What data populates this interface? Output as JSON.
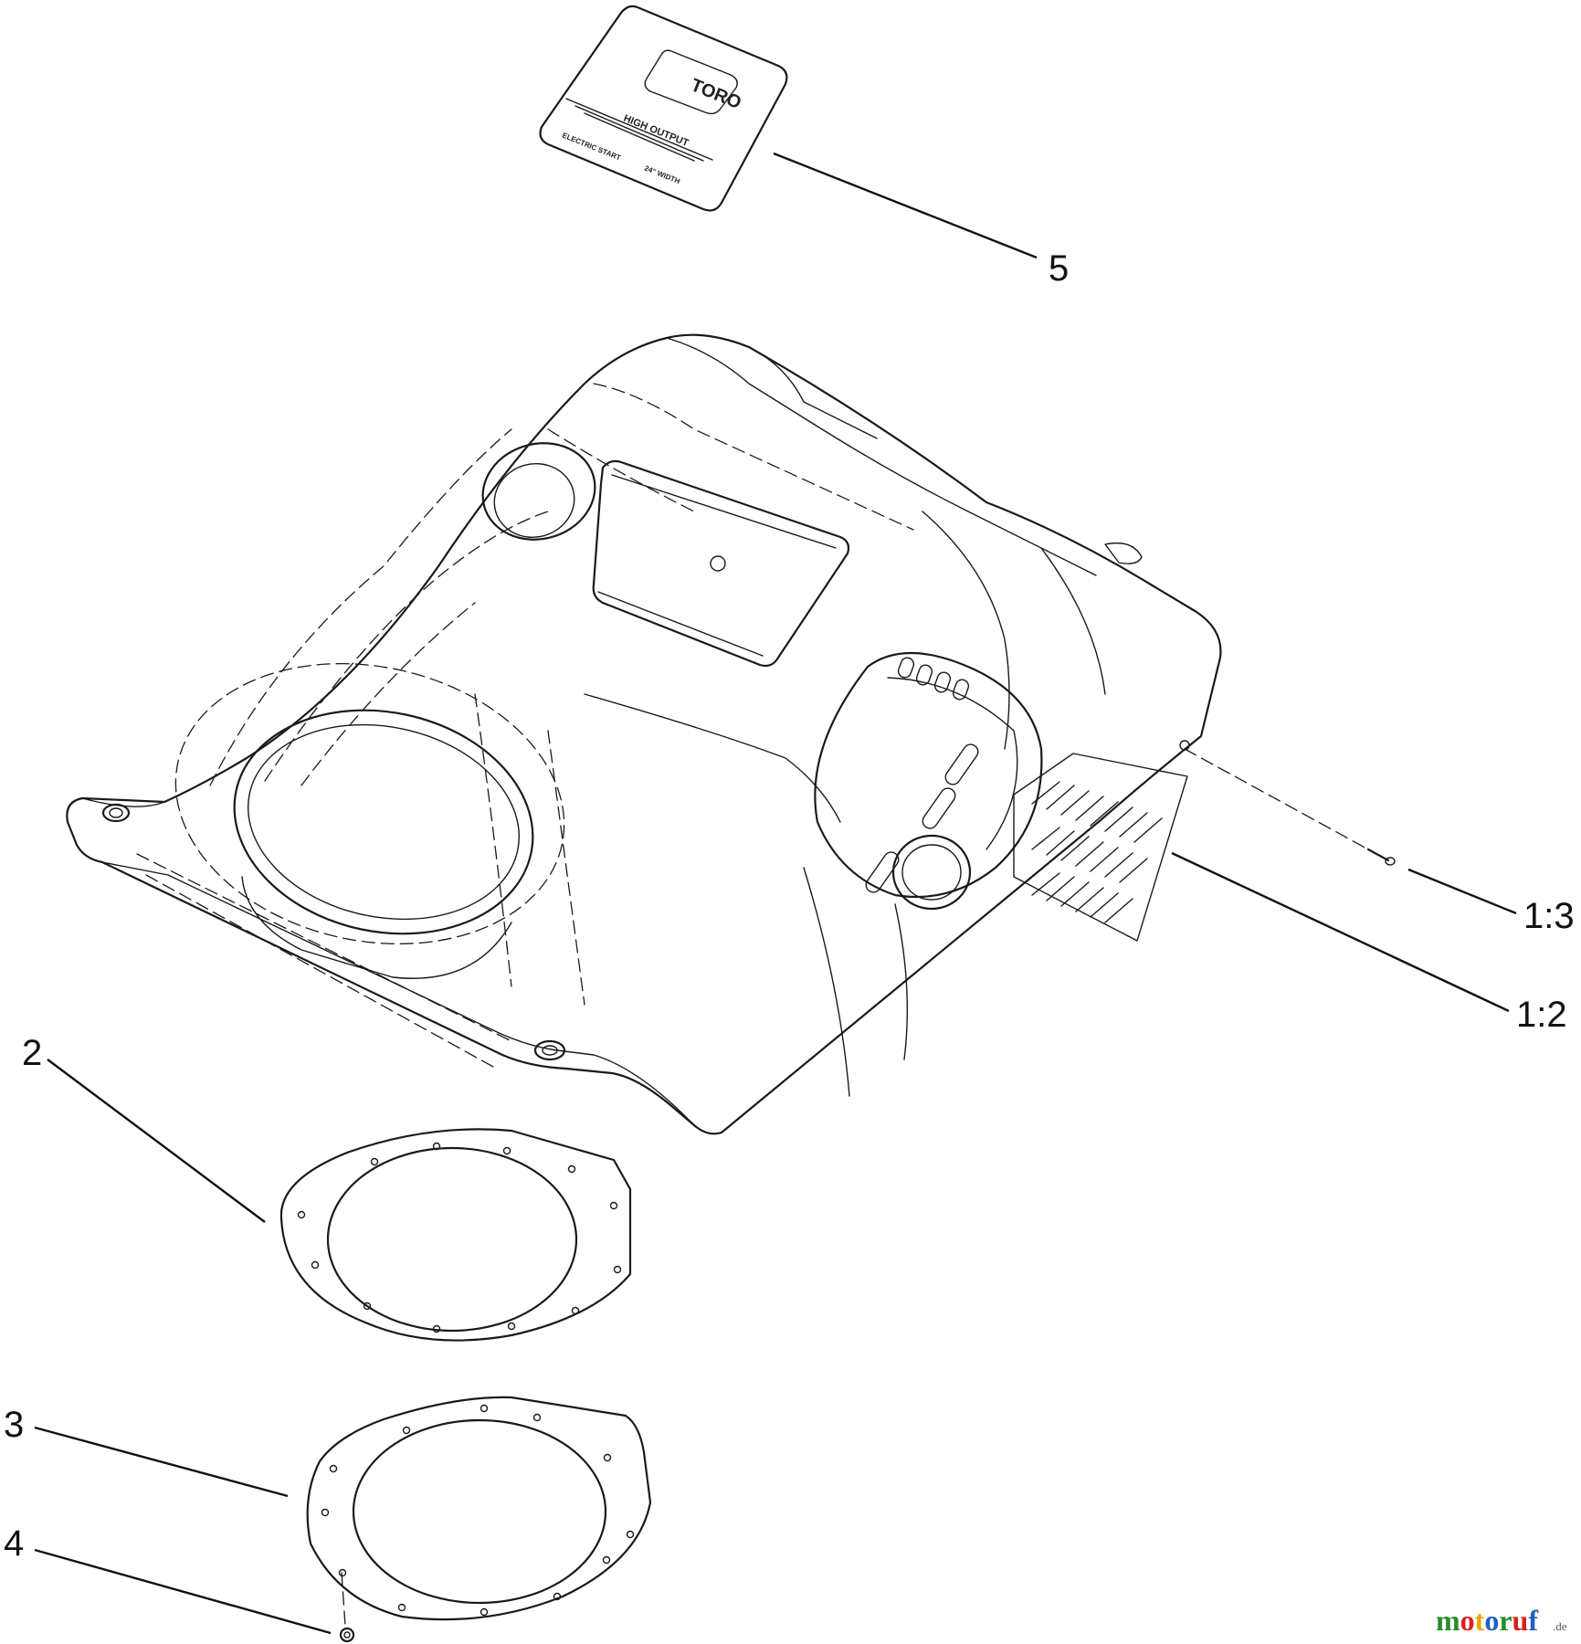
{
  "callouts": {
    "item5": "5",
    "item1_3": "1:3",
    "item1_2": "1:2",
    "item2": "2",
    "item3": "3",
    "item4": "4"
  },
  "decal": {
    "brand": "TORO",
    "line1": "HIGH OUTPUT",
    "line2": "ELECTRIC START",
    "line3": "24\" WIDTH"
  },
  "watermark": {
    "brand": "motoruf",
    "suffix": ".de",
    "colors": [
      "#2a8a2a",
      "#d92020",
      "#e6a800",
      "#2060c0",
      "#2a8a2a",
      "#d92020",
      "#2060c0"
    ]
  }
}
